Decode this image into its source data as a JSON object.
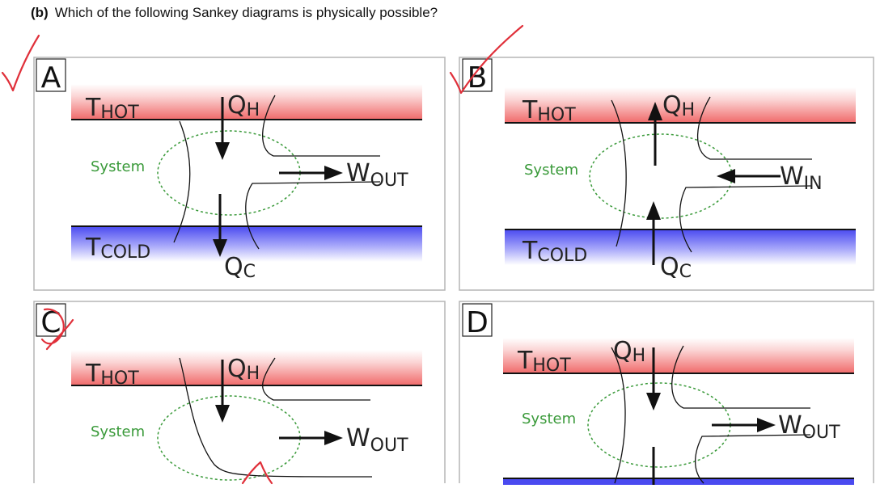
{
  "question": {
    "number": "(b)",
    "text": "Which of the following Sankey diagrams is physically possible?"
  },
  "panels": [
    {
      "letter": "A",
      "hot": {
        "main": "T",
        "sub": "HOT"
      },
      "cold": {
        "main": "T",
        "sub": "COLD"
      },
      "system": "System",
      "qh": {
        "main": "Q",
        "sub": "H"
      },
      "qc": {
        "main": "Q",
        "sub": "C"
      },
      "w": {
        "main": "W",
        "sub": "OUT"
      }
    },
    {
      "letter": "B",
      "hot": {
        "main": "T",
        "sub": "HOT"
      },
      "cold": {
        "main": "T",
        "sub": "COLD"
      },
      "system": "System",
      "qh": {
        "main": "Q",
        "sub": "H"
      },
      "qc": {
        "main": "Q",
        "sub": "C"
      },
      "w": {
        "main": "W",
        "sub": "IN"
      }
    },
    {
      "letter": "C",
      "hot": {
        "main": "T",
        "sub": "HOT"
      },
      "system": "System",
      "qh": {
        "main": "Q",
        "sub": "H"
      },
      "w": {
        "main": "W",
        "sub": "OUT"
      }
    },
    {
      "letter": "D",
      "hot": {
        "main": "T",
        "sub": "HOT"
      },
      "system": "System",
      "qh": {
        "main": "Q",
        "sub": "H"
      },
      "w": {
        "main": "W",
        "sub": "OUT"
      }
    }
  ],
  "colors": {
    "hot": "#f06a6a",
    "cold": "#4a4af0",
    "system": "#3a9a3a",
    "annotation": "#e0303a"
  }
}
